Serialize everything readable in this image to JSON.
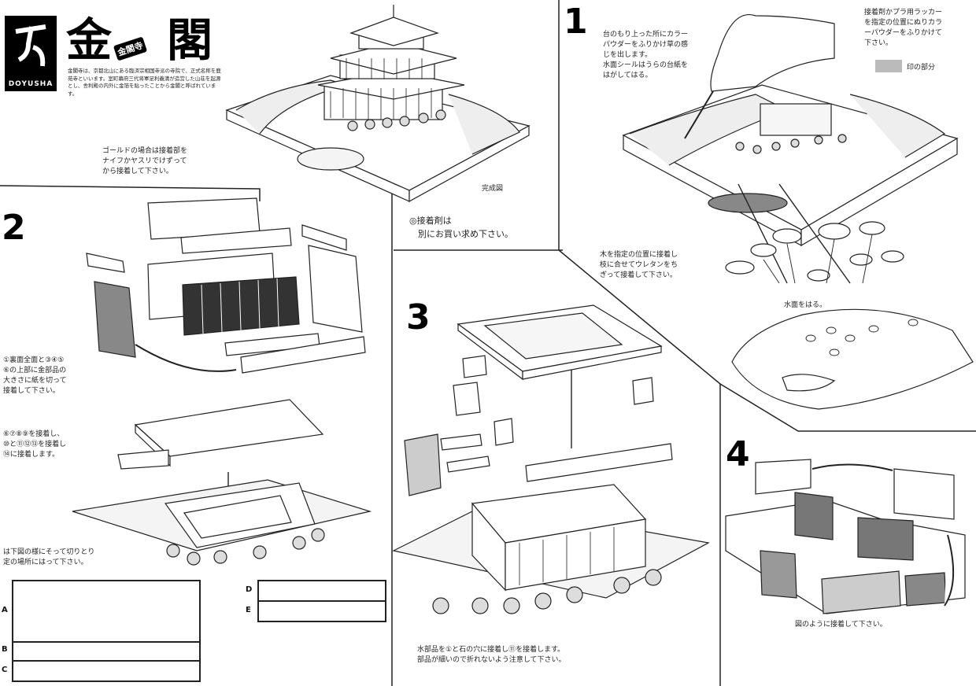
{
  "header": {
    "title_char_1": "金",
    "title_char_2": "閣",
    "badge": "金閣寺",
    "logo_text": "DOYUSHA",
    "description": "金閣寺は、京都北山にある臨済宗相国寺派の寺院で、正式名称を鹿苑寺といいます。室町幕府三代将軍足利義満が造営した山荘を起源とし、舎利殿の内外に金箔を貼ったことから金閣と呼ばれています。"
  },
  "top_left": {
    "gold_note": "ゴールドの場合は接着部を\nナイフかヤスリでけずって\nから接着して下さい。",
    "completed_caption": "完成図",
    "adhesive_note": "◎接着剤は\n　別にお買い求め下さい。"
  },
  "step1": {
    "number": "1",
    "instruction_left": "台のもり上った所にカラー\nパウダーをふりかけ草の感\nじを出します。\n水面シールはうらの台紙を\nはがしてはる。",
    "instruction_right": "接着剤かプラ用ラッカー\nを指定の位置にぬりカラ\nーパウダーをふりかけて\n下さい。",
    "legend_label": "印の部分",
    "tree_note": "木を指定の位置に接着し\n枝に合せてウレタンをち\nぎって接着して下さい。",
    "pond_note": "水面をはる。"
  },
  "step2": {
    "number": "2",
    "note_1": "①裏面全面と③④⑤\n⑥の上部に金部品の\n大きさに紙を切って\n接着して下さい。",
    "note_2": "⑥⑦⑧⑨を接着し、\n⑩と⑪⑫⑬を接着し\n⑭に接着します。",
    "note_3": "は下図の様にそって切りとり\n定の場所にはって下さい。",
    "box_label_a": "A",
    "box_label_b": "B",
    "box_label_c": "C",
    "box_label_d": "D",
    "box_label_e": "E"
  },
  "step3": {
    "number": "3",
    "note": "水部品を①と石の穴に接着し⑪を接着します。\n部品が細いので折れないよう注意して下さい。"
  },
  "step4": {
    "number": "4",
    "note": "図のように接着して下さい。"
  }
}
